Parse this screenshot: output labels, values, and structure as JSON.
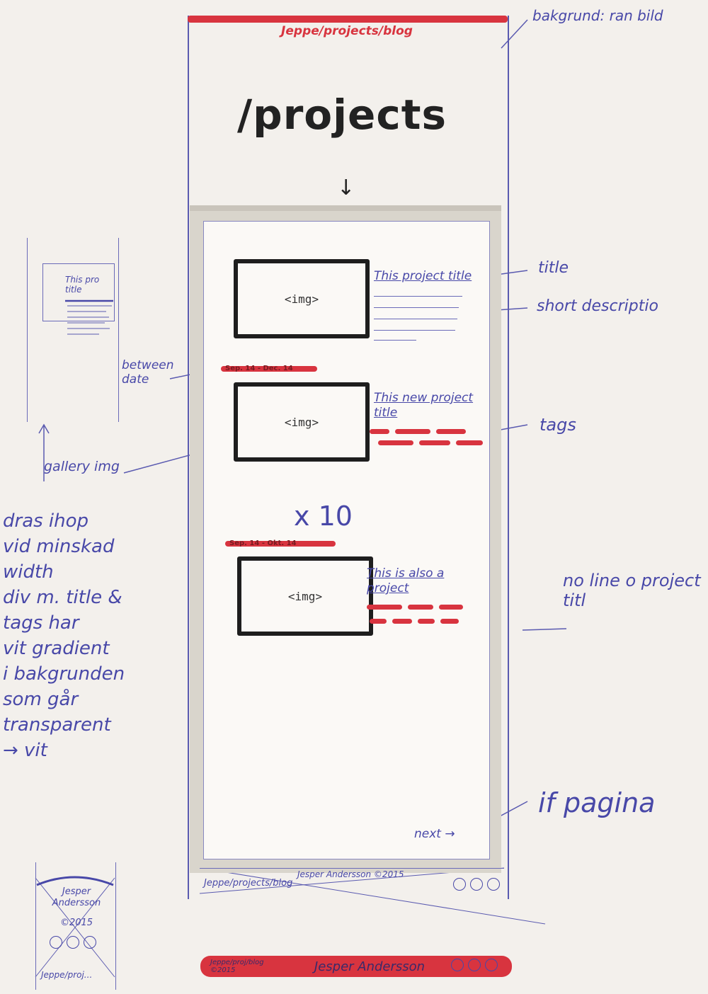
{
  "site_title": "Jeppe/projects/blog",
  "heading": "/projects",
  "background_note": "bakgrund: ran bild",
  "projects": [
    {
      "img": "<img>",
      "title": "This project title"
    },
    {
      "date": "Sep. 14 - Dec. 14",
      "img": "<img>",
      "title": "This new project title"
    },
    {
      "date": "Sep. 14 - Okt. 14",
      "img": "<img>",
      "title": "This is also a project"
    }
  ],
  "times_label": "x 10",
  "next_label": "next →",
  "annotations": {
    "title": "title",
    "short_description": "short descriptio",
    "tags": "tags",
    "between_date": "between date",
    "gallery_img": "gallery img",
    "no_line": "no line o project titl",
    "if_pagination": "if pagina",
    "left_note": [
      "dras ihop",
      "vid minskad",
      "width",
      "div m. title &",
      "tags har",
      "vit gradient",
      "i bakgrunden",
      "som går",
      "transparent",
      "→ vit"
    ]
  },
  "mini_card_title": "This pro title",
  "frame_footer": {
    "brand": "Jeppe/projects/blog",
    "copyright": "Jesper Andersson ©2015"
  },
  "mini_footer": {
    "name": "Jesper Andersson",
    "copyright": "©2015",
    "brand": "Jeppe/proj..."
  },
  "red_footer": {
    "brand": "Jeppe/proj/blog ©2015",
    "name": "Jesper Andersson"
  }
}
